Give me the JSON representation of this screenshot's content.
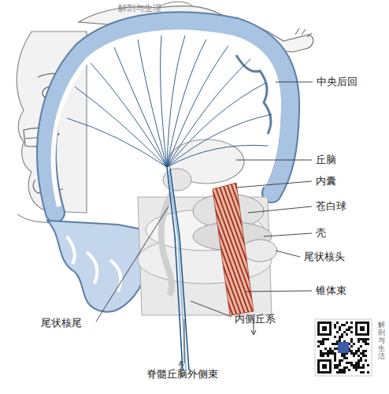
{
  "diagram": {
    "labels": [
      "解剖与生理",
      "中央后回",
      "丘脑",
      "内囊",
      "苍白球",
      "壳",
      "尾状核头",
      "锥体束",
      "尾状核尾",
      "内侧丘系",
      "脊髓丘脑外侧束",
      "解剖与生活"
    ]
  }
}
